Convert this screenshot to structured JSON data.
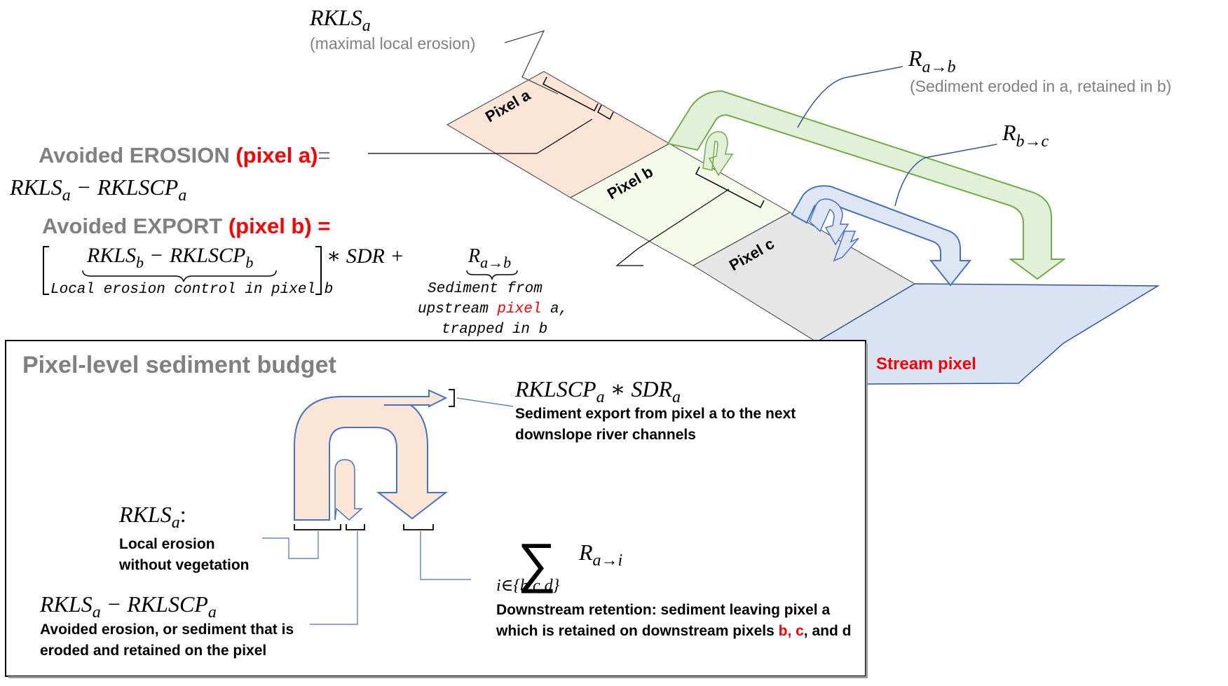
{
  "top": {
    "rkls_a": {
      "base": "RKLS",
      "sub": "a"
    },
    "rkls_a_note": "(maximal local erosion)",
    "r_ab": {
      "base": "R",
      "sub": "a→b"
    },
    "r_ab_note": "(Sediment eroded in a, retained in b)",
    "r_bc": {
      "base": "R",
      "sub": "b→c"
    },
    "avoided_erosion": {
      "label": "Avoided EROSION",
      "pixel": "(pixel a)",
      "eq": "=",
      "f1": {
        "base": "RKLS",
        "sub": "a"
      },
      "minus": "−",
      "f2": {
        "base": "RKLSCP",
        "sub": "a"
      }
    },
    "avoided_export": {
      "label": "Avoided EXPORT",
      "pixel": "(pixel b)",
      "eq": "=",
      "t1": {
        "base": "RKLS",
        "sub": "b"
      },
      "minus": "−",
      "t2": {
        "base": "RKLSCP",
        "sub": "b"
      },
      "brace_label": "Local erosion control in pixel b",
      "times_sdr": "∗ SDR +",
      "r_ab": {
        "base": "R",
        "sub": "a→b"
      },
      "note_line1": "Sediment from",
      "note_line2_a": "upstream ",
      "note_line2_red": "pixel",
      "note_line2_b": " a,",
      "note_line3": "trapped in b"
    },
    "pixels": [
      "Pixel a",
      "Pixel b",
      "Pixel c"
    ],
    "stream_label": "Stream pixel"
  },
  "budget": {
    "title": "Pixel-level sediment budget",
    "export": {
      "base": "RKLSCP",
      "sub": "a",
      "op": " ∗ SDR",
      "sub2": "a"
    },
    "export_desc_1": "Sediment export from pixel a to the next",
    "export_desc_2": "downslope  river channels",
    "local": {
      "base": "RKLS",
      "sub": "a",
      "colon": ":"
    },
    "local_desc_1": "Local erosion",
    "local_desc_2": "without vegetation",
    "avoided": {
      "base": "RKLS",
      "sub": "a",
      "minus": " − RKLSCP",
      "sub2": "a"
    },
    "avoided_desc_1": "Avoided erosion, or sediment that is",
    "avoided_desc_2": "eroded and retained on the pixel",
    "sum_symbol": "∑",
    "sum_sub": "i∈{b,c,d}",
    "sum_term": {
      "base": "R",
      "sub": "a→i"
    },
    "retention_desc_1": "Downstream retention: sediment leaving pixel a",
    "retention_desc_2_a": "which is retained on downstream pixels ",
    "retention_desc_2_b": "b",
    "retention_desc_2_c": ", ",
    "retention_desc_2_d": "c",
    "retention_desc_2_e": ", and d"
  },
  "colors": {
    "gray_text": "#808080",
    "red": "#ff0000",
    "pixel_a_fill": "#fbe5d6",
    "pixel_b_fill": "#f4fbeb",
    "pixel_c_fill": "#e7e6e6",
    "stream_fill": "#dae3f3",
    "arrow_green": "#e2f0d9",
    "arrow_green_stroke": "#70ad47",
    "arrow_blue": "#dee5f3",
    "arrow_blue_stroke": "#4472c4",
    "arrow_peach": "#fbe5d6",
    "arrow_peach_stroke": "#4472c4",
    "leader_blue": "#2f5597"
  }
}
